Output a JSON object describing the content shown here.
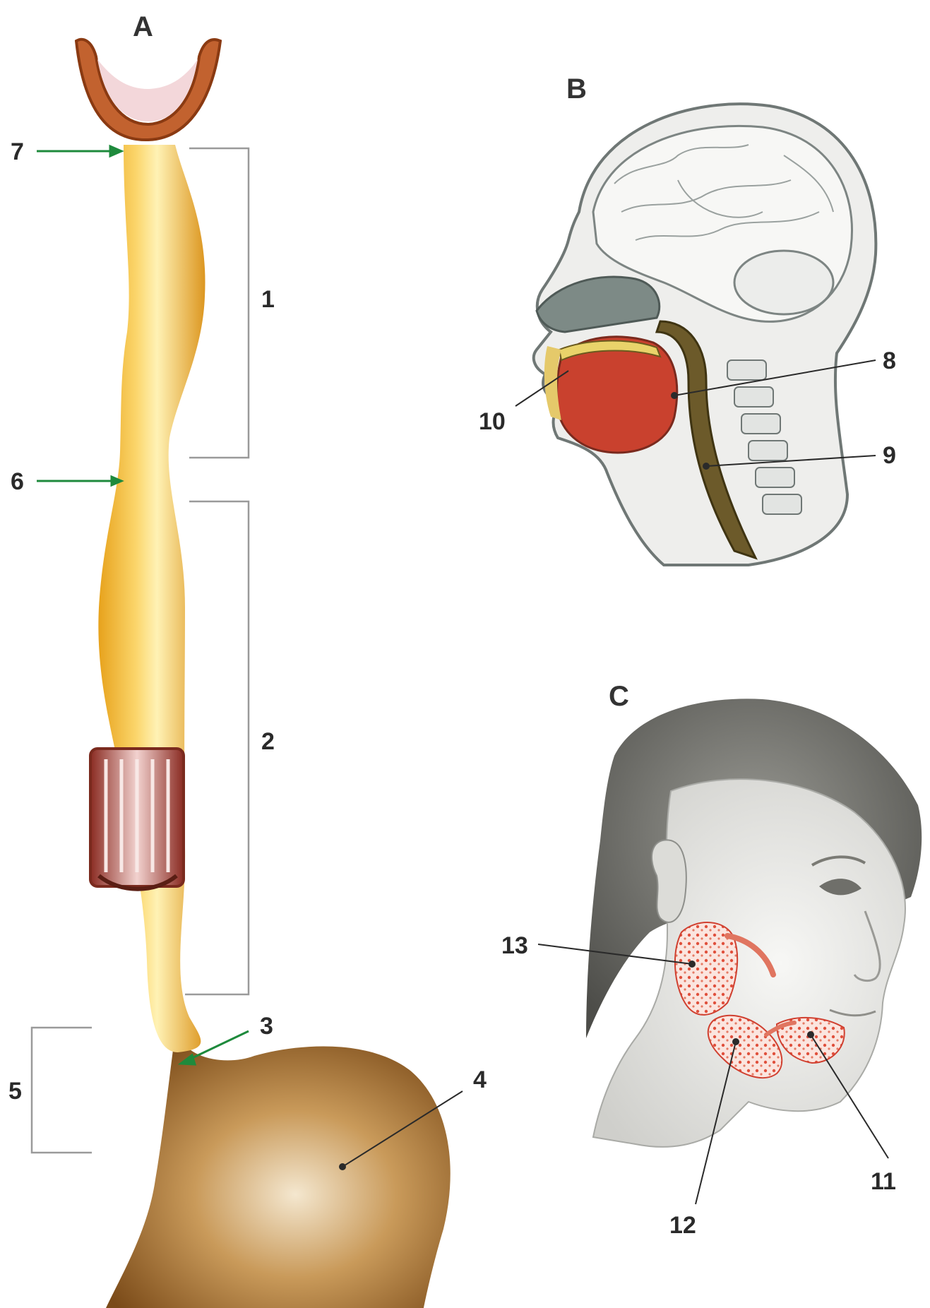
{
  "panels": {
    "a": "A",
    "b": "B",
    "c": "C"
  },
  "labels": {
    "n1": "1",
    "n2": "2",
    "n3": "3",
    "n4": "4",
    "n5": "5",
    "n6": "6",
    "n7": "7",
    "n8": "8",
    "n9": "9",
    "n10": "10",
    "n11": "11",
    "n12": "12",
    "n13": "13"
  },
  "colors": {
    "esophagus": "#f2b431",
    "esophagus_highlight": "#fff3b8",
    "stomach": "#a66d2a",
    "pointer_arrow": "#1e8a3c",
    "bracket": "#9a9a9a",
    "gland": "#e24a3a",
    "muscle": "#c9412e",
    "head_outline": "#6f7775",
    "hair": "#6d6d68"
  }
}
